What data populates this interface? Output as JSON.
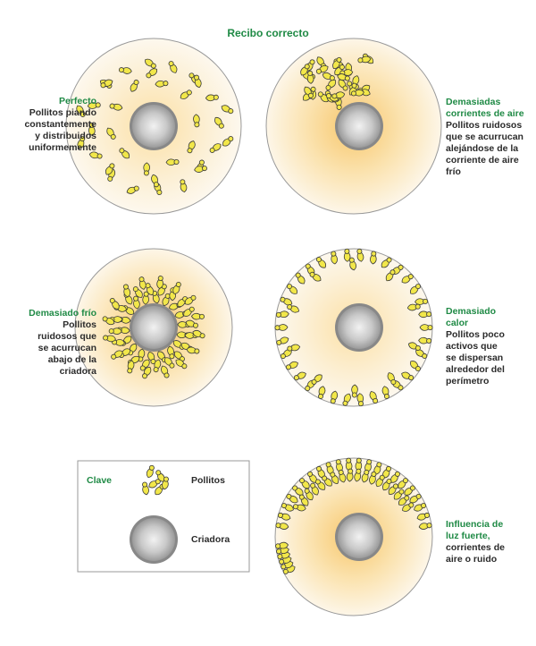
{
  "title": "Recibo correcto",
  "colors": {
    "heading": "#1f8a45",
    "text": "#2b2b2b",
    "chick": "#f2e74a",
    "chick_outline": "#3a3a3a",
    "warm": "#f7c66a",
    "plate": "#d9d9d9"
  },
  "panels": {
    "perfecto": {
      "heading": "Perfecto",
      "lines": [
        "Pollitos piando",
        "constantemente",
        "y distribuidos",
        "uniformemente"
      ]
    },
    "corrientes": {
      "heading": [
        "Demasiadas",
        "corrientes de aire"
      ],
      "lines": [
        "Pollitos ruidosos",
        "que se acurrucan",
        "alejándose de la",
        "corriente de aire",
        "frío"
      ]
    },
    "frio": {
      "heading": "Demasiado frío",
      "lines": [
        "Pollitos",
        "ruidosos que",
        "se acurrucan",
        "abajo de la",
        "criadora"
      ]
    },
    "calor": {
      "heading": [
        "Demasiado",
        "calor"
      ],
      "lines": [
        "Pollitos poco",
        "activos que",
        "se dispersan",
        "alrededor del",
        "perímetro"
      ]
    },
    "luz": {
      "heading": [
        "Influencia de",
        "luz fuerte,"
      ],
      "lines": [
        "corrientes de",
        "aire o ruido"
      ]
    }
  },
  "key": {
    "heading": "Clave",
    "chicks_label": "Pollitos",
    "brooder_label": "Criadora"
  }
}
